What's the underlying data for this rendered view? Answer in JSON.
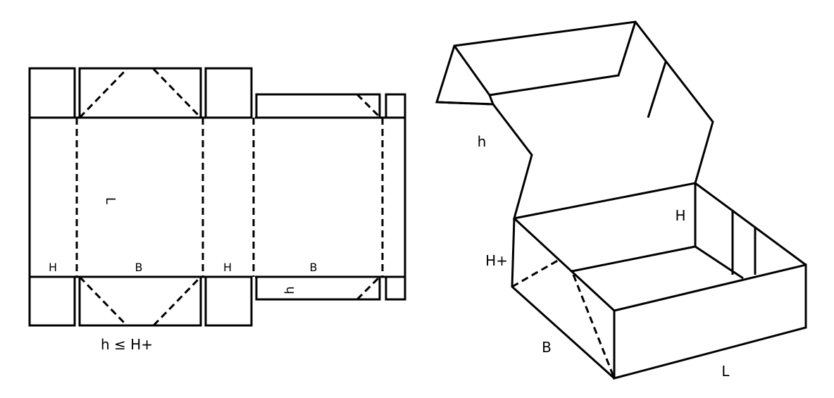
{
  "flat_net": {
    "labels": {
      "L": "L",
      "H_left": "H",
      "B_left": "B",
      "H_right": "H",
      "B_right": "B",
      "h_lid": "h",
      "caption": "h ≤ H+"
    }
  },
  "box_3d": {
    "labels": {
      "h": "h",
      "H": "H",
      "H_plus": "H+",
      "B": "B",
      "L": "L"
    }
  },
  "colors": {
    "line": "#000000",
    "background": "#ffffff"
  }
}
